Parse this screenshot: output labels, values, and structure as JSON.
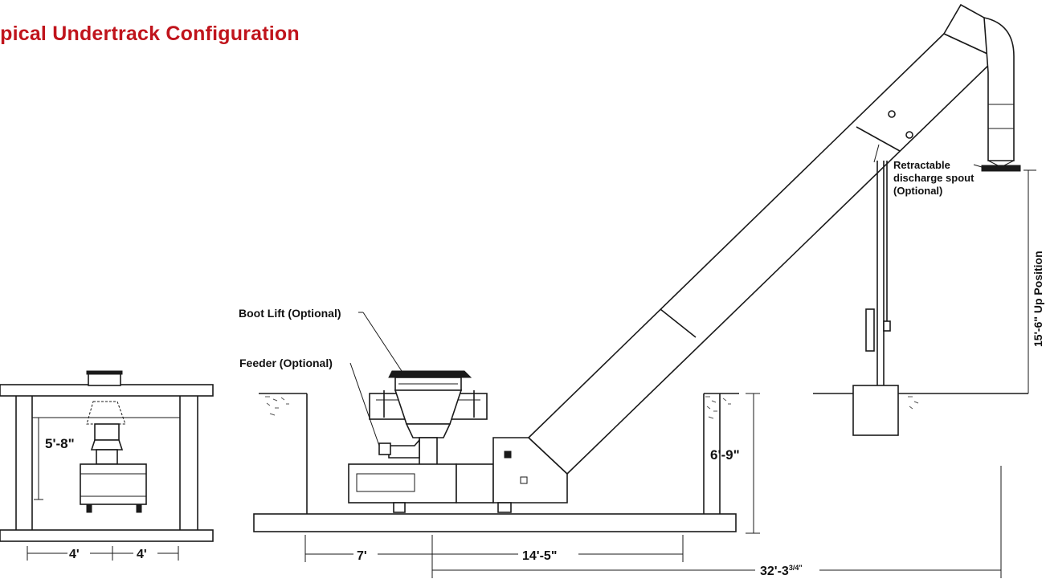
{
  "title": "ypical Undertrack Configuration",
  "colors": {
    "title": "#c0141c",
    "line": "#1a1a1a"
  },
  "callouts": {
    "boot_lift": "Boot Lift (Optional)",
    "feeder": "Feeder (Optional)",
    "spout_line1": "Retractable",
    "spout_line2": "discharge spout",
    "spout_line3": "(Optional)"
  },
  "dimensions": {
    "end_view_height": "5'-8\"",
    "end_view_left_width": "4'",
    "end_view_right_width": "4'",
    "pit_depth": "6'-9\"",
    "boot_offset": "7'",
    "pit_span": "14'-5\"",
    "total_length": "32'-3",
    "total_length_fraction": "3/4\"",
    "spout_height": "15'-6\" Up Position"
  }
}
